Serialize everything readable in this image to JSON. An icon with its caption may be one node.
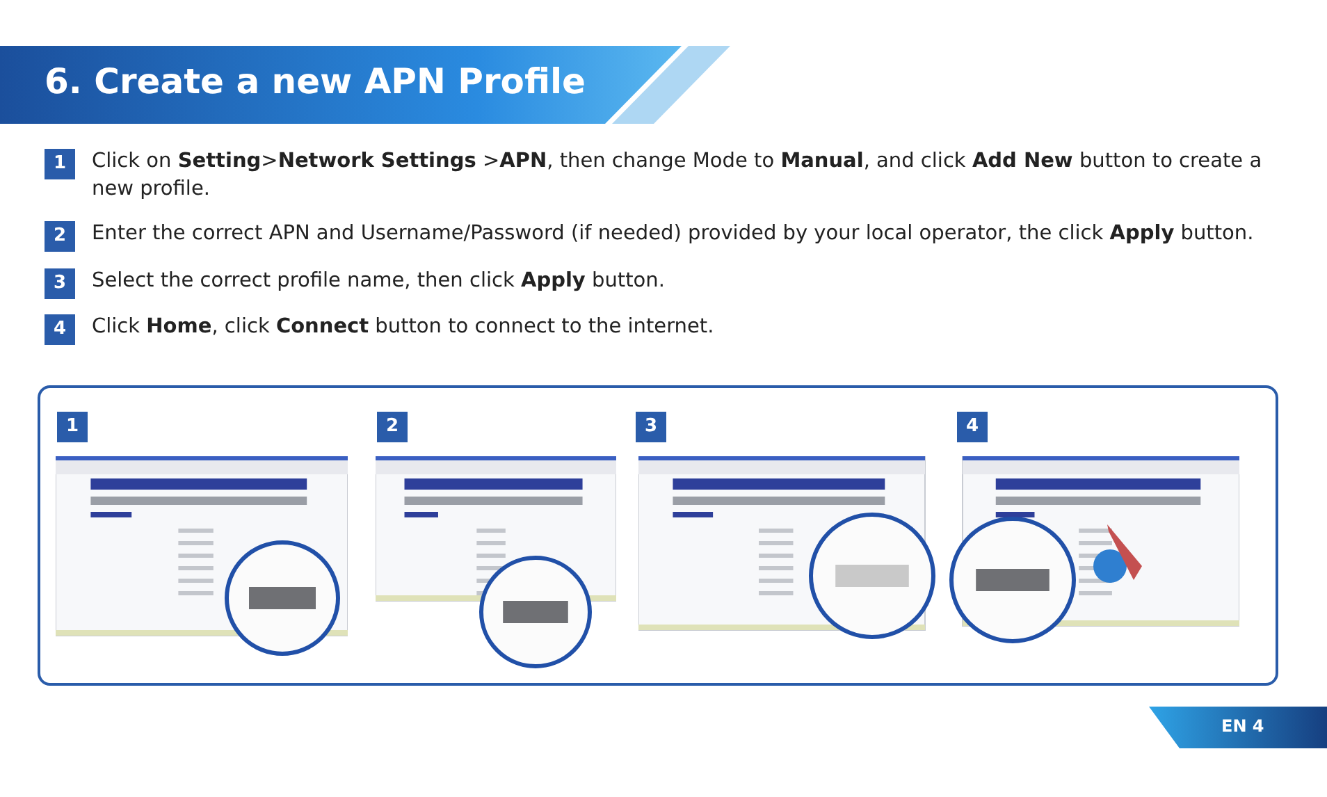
{
  "diagram": {
    "title": "6. Create a new APN Profile",
    "labels": [
      "1",
      "Click on **Setting**>**Network Settings** >**APN**, then change Mode to **Manual**, and click **Add New** button to create a new profile.",
      "2",
      "Enter the correct APN and Username/Password (if needed) provided by your local operator, the click **Apply** button.",
      "3",
      "Select the correct profile name, then click **Apply** button.",
      "4",
      "Click **Home**, click **Connect** button to connect to the internet.",
      "1",
      "2",
      "3",
      "4",
      "EN 4"
    ]
  }
}
